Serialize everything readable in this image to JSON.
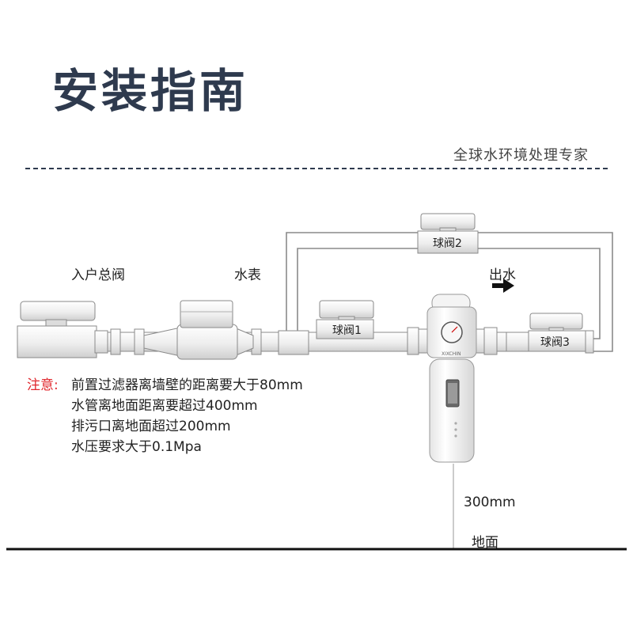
{
  "header": {
    "title": "安装指南",
    "tagline": "全球水环境处理专家"
  },
  "labels": {
    "main_valve": "入户总阀",
    "water_meter": "水表",
    "outlet": "出水",
    "ball_valve_1": "球阀1",
    "ball_valve_2": "球阀2",
    "ball_valve_3": "球阀3",
    "height": "300mm",
    "ground": "地面",
    "brand": "XIXCHIN"
  },
  "notes": {
    "heading": "注意:",
    "lines": [
      "前置过滤器离墙壁的距离要大于80mm",
      "水管离地面距离要超过400mm",
      "排污口离地面超过200mm",
      "水压要求大于0.1Mpa"
    ]
  },
  "colors": {
    "title": "#2e3a4e",
    "warning": "#e0272d",
    "pipe_fill": "#f2f2f2",
    "pipe_stroke": "#8a8a8a"
  },
  "icons": {
    "outlet_arrow": "right-arrow-icon",
    "pressure_gauge": "gauge-icon"
  }
}
